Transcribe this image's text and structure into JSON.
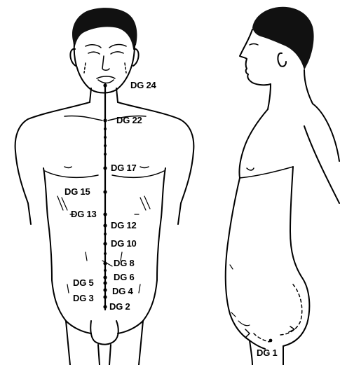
{
  "labels": {
    "dg24": "DG 24",
    "dg22": "DG 22",
    "dg17": "DG 17",
    "dg15": "DG 15",
    "dg13": "DG 13",
    "dg12": "DG 12",
    "dg10": "DG 10",
    "dg8": "DG 8",
    "dg6": "DG 6",
    "dg5": "DG 5",
    "dg4": "DG 4",
    "dg3": "DG 3",
    "dg2": "DG 2",
    "dg1": "DG 1"
  },
  "colors": {
    "ink": "#000000",
    "paper": "#ffffff"
  }
}
